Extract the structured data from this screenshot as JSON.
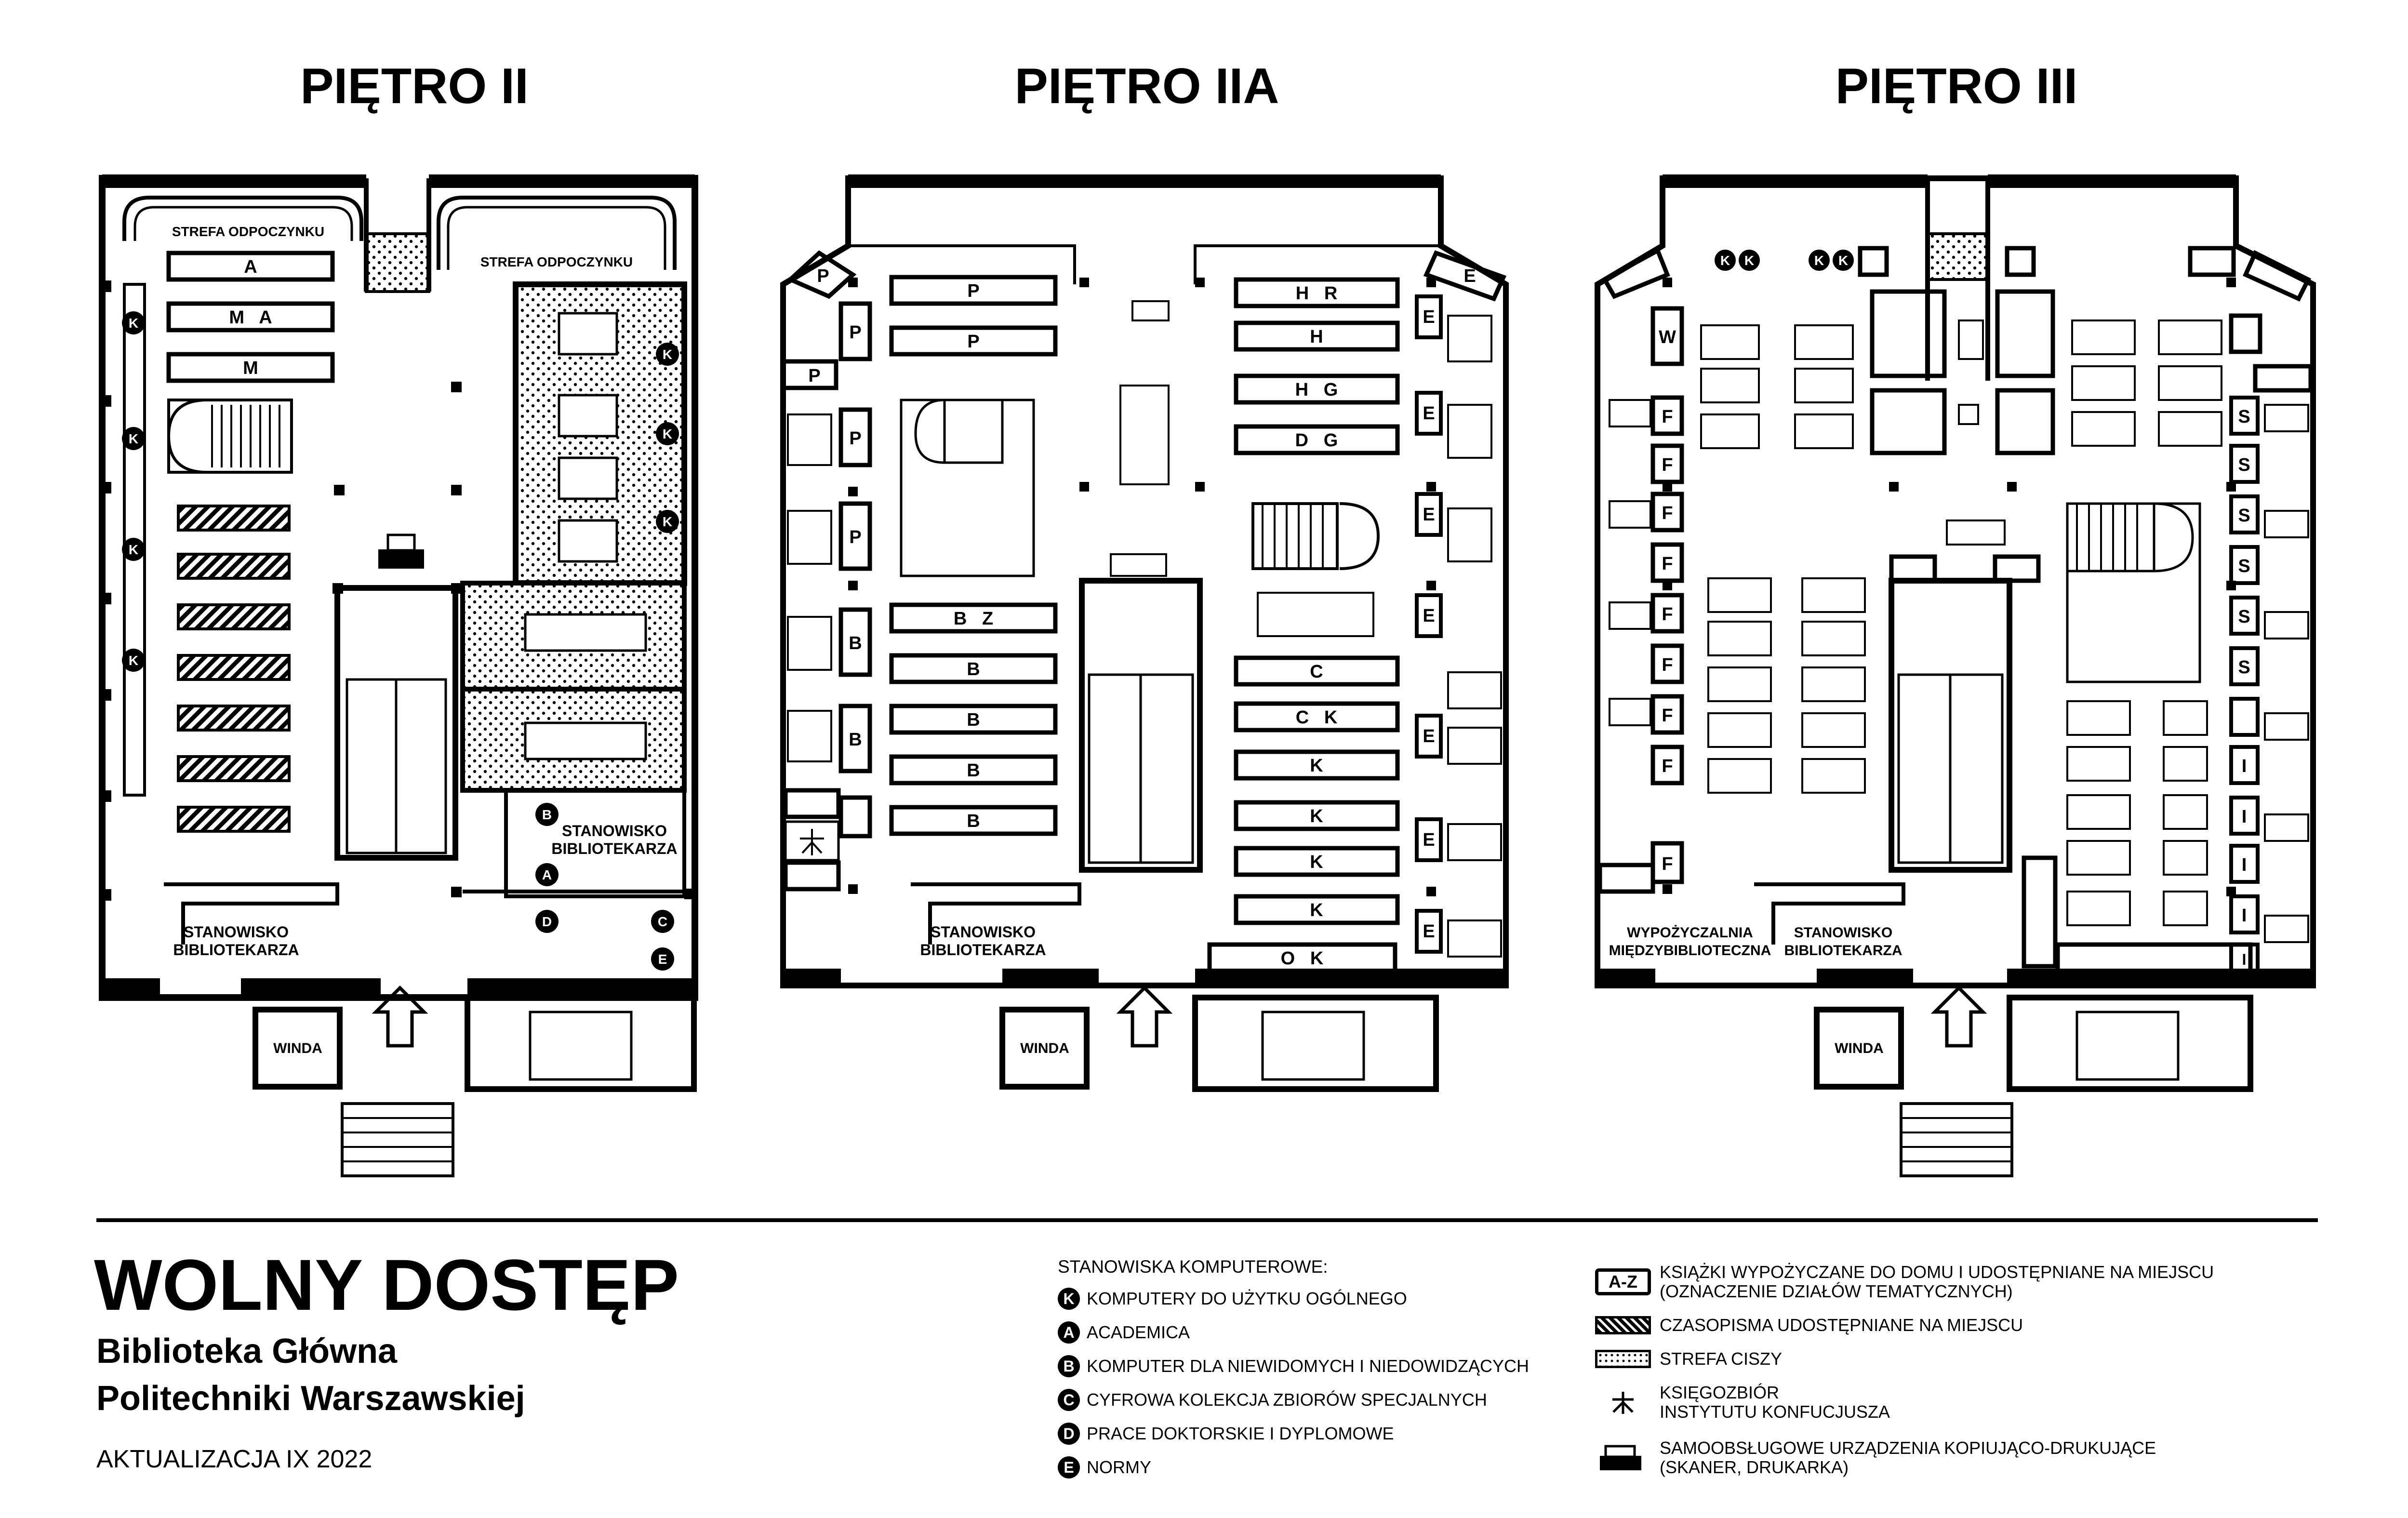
{
  "floors": [
    {
      "title": "PIĘTRO II"
    },
    {
      "title": "PIĘTRO IIA"
    },
    {
      "title": "PIĘTRO III"
    }
  ],
  "labels": {
    "rest_zone": "STREFA ODPOCZYNKU",
    "librarian_desk_line1": "STANOWISKO",
    "librarian_desk_line2": "BIBLIOTEKARZA",
    "elevator": "WINDA",
    "interlibrary_line1": "WYPOŻYCZALNIA",
    "interlibrary_line2": "MIĘDZYBIBLIOTECZNA"
  },
  "floor2_shelves": [
    "A",
    "M   A",
    "M"
  ],
  "floor2a_shelves_left": [
    "P",
    "P",
    "B   Z",
    "B",
    "B",
    "B",
    "B"
  ],
  "floor2a_shelves_right": [
    "H   R",
    "H",
    "H   G",
    "D   G",
    "C",
    "C   K",
    "K",
    "K",
    "K",
    "K",
    "O   K"
  ],
  "floor2a_side_boxes": [
    "P",
    "P",
    "P",
    "P",
    "B",
    "B"
  ],
  "floor2a_wall_boxes": [
    "E",
    "E",
    "E",
    "E",
    "E",
    "E",
    "E",
    "E"
  ],
  "floor3_side_left": [
    "W",
    "F",
    "F",
    "F",
    "F",
    "F",
    "F",
    "F",
    "F",
    "F"
  ],
  "floor3_side_right": [
    "S",
    "S",
    "S",
    "S",
    "S",
    "S",
    "I",
    "I",
    "I",
    "I",
    "I"
  ],
  "legend": {
    "title": "WOLNY DOSTĘP",
    "library_line1": "Biblioteka Główna",
    "library_line2": "Politechniki Warszawskiej",
    "updated": "AKTUALIZACJA IX 2022",
    "computers_heading": "STANOWISKA KOMPUTEROWE:",
    "computers": [
      {
        "code": "K",
        "text": "KOMPUTERY DO UŻYTKU OGÓLNEGO"
      },
      {
        "code": "A",
        "text": "ACADEMICA"
      },
      {
        "code": "B",
        "text": "KOMPUTER DLA NIEWIDOMYCH I NIEDOWIDZĄCYCH"
      },
      {
        "code": "C",
        "text": "CYFROWA KOLEKCJA ZBIORÓW SPECJALNYCH"
      },
      {
        "code": "D",
        "text": "PRACE DOKTORSKIE I DYPLOMOWE"
      },
      {
        "code": "E",
        "text": "NORMY"
      }
    ],
    "symbols": [
      {
        "sym": "A-Z",
        "line1": "KSIĄŻKI WYPOŻYCZANE DO DOMU I UDOSTĘPNIANE NA MIEJSCU",
        "line2": "(OZNACZENIE DZIAŁÓW TEMATYCZNYCH)"
      },
      {
        "sym": "hatch",
        "line1": "CZASOPISMA UDOSTĘPNIANE NA MIEJSCU",
        "line2": ""
      },
      {
        "sym": "dots",
        "line1": "STREFA CISZY",
        "line2": ""
      },
      {
        "sym": "confucius",
        "line1": "KSIĘGOZBIÓR",
        "line2": "INSTYTUTU KONFUCJUSZA"
      },
      {
        "sym": "printer",
        "line1": "SAMOOBSŁUGOWE URZĄDZENIA KOPIUJĄCO-DRUKUJĄCE",
        "line2": "(SKANER, DRUKARKA)"
      }
    ]
  }
}
